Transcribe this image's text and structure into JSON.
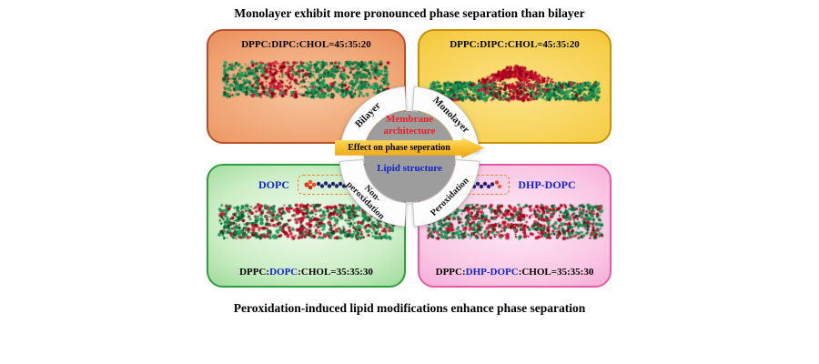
{
  "titles": {
    "top": "Monolayer exhibit more pronounced phase separation than bilayer",
    "bottom": "Peroxidation-induced lipid modifications enhance phase separation"
  },
  "hub": {
    "center_top": "Membrane architecture",
    "arrow_label": "Effect on phase seperation",
    "center_bottom": "Lipid structure",
    "ring": {
      "top_left": "Bilayer",
      "top_right": "Monolayer",
      "bottom_left": "Non-peroxidation",
      "bottom_right": "Peroxidation"
    }
  },
  "panels": {
    "bilayer": {
      "composition": "DPPC:DIPC:CHOL=45:35:20"
    },
    "monolayer": {
      "composition": "DPPC:DIPC:CHOL=45:35:20"
    },
    "non_peroxidation": {
      "molecule_label": "DOPC",
      "comp_prefix": "DPPC:",
      "comp_highlight": "DOPC",
      "comp_suffix": ":CHOL=35:35:30"
    },
    "peroxidation": {
      "molecule_label": "DHP-DOPC",
      "comp_prefix": "DPPC:",
      "comp_highlight": "DHP-DOPC",
      "comp_suffix": ":CHOL=35:35:30"
    }
  },
  "colors": {
    "red_accent": "#ee1c25",
    "blue_accent": "#1023d0",
    "hub_gray": "#9d9d9d",
    "arrow_gold": "#f9c335",
    "panel_orange_border": "#b5502a",
    "panel_gold_border": "#c79208",
    "panel_green_border": "#2f9e3f",
    "panel_pink_border": "#e55aa5",
    "molecule_box_border": "#f0862a",
    "membrane_green": "#169455",
    "membrane_red": "#b5001f"
  }
}
